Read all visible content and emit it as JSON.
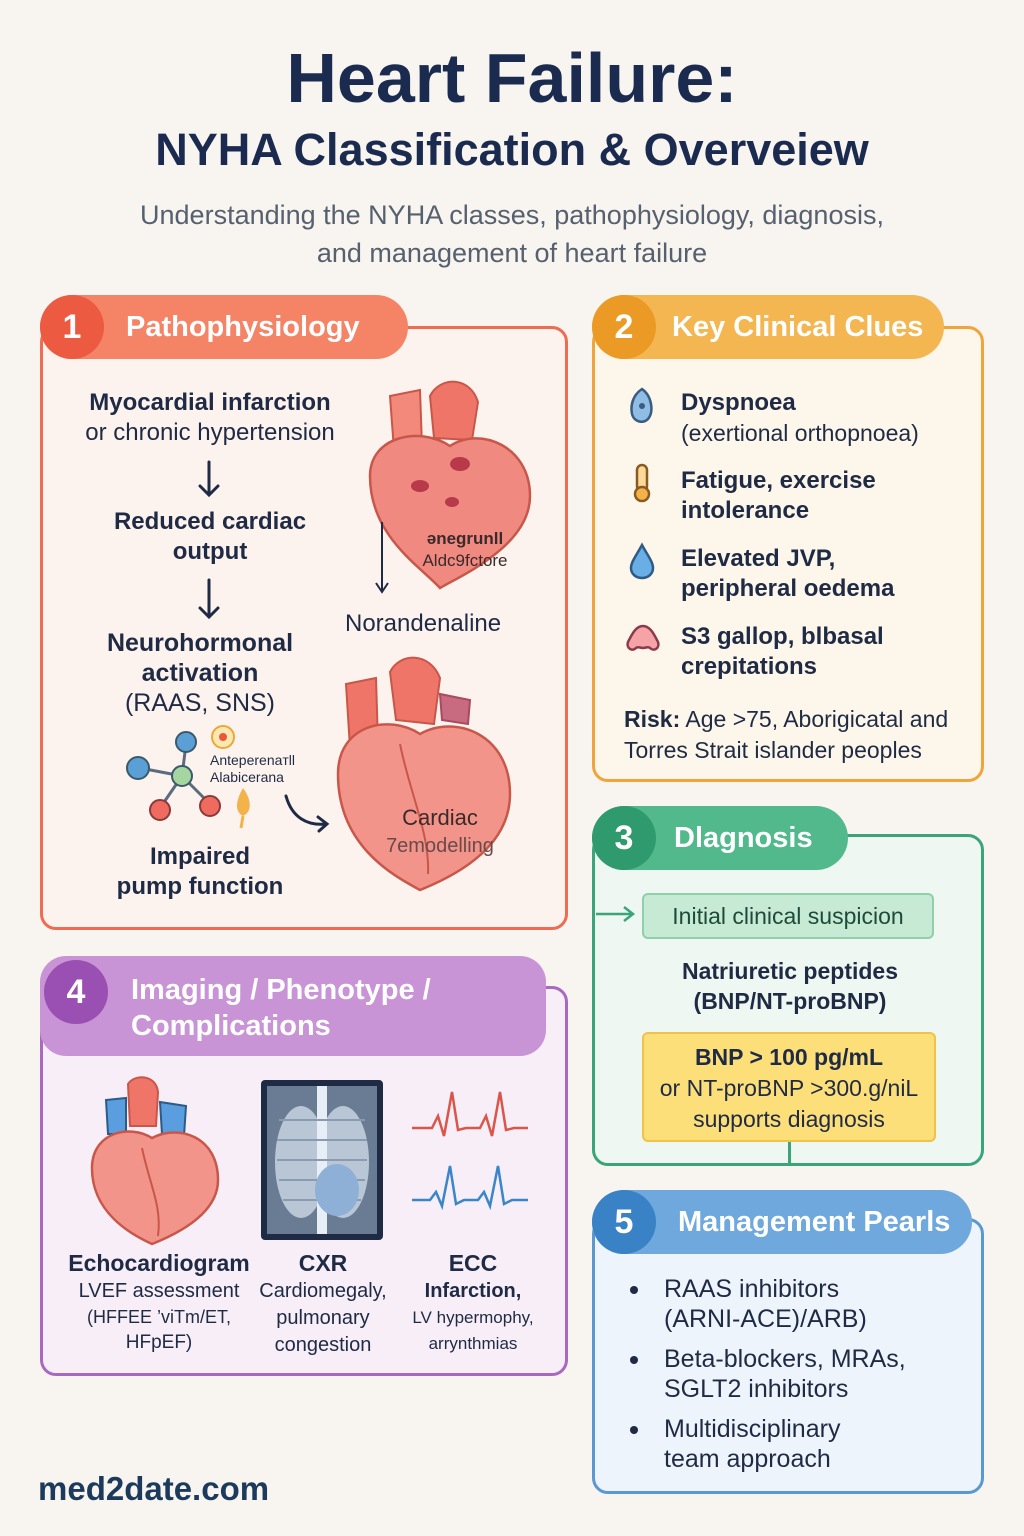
{
  "header": {
    "title": "Heart Failure:",
    "title_sub": "NYHA Classification & Overveiew",
    "subtitle_line1": "Understanding the NYHA classes, pathophysiology, diagnosis,",
    "subtitle_line2": "and management of heart failure"
  },
  "colors": {
    "coral": "#ef6b52",
    "orange": "#efa53b",
    "green": "#3aa57a",
    "purple": "#a869c0",
    "blue": "#5a98d1",
    "navy": "#1b2b50"
  },
  "sections": {
    "patho": {
      "number": "1",
      "title": "Pathophysiology",
      "step1_line1": "Myocardial infarction",
      "step1_line2": "or chronic hypertension",
      "step2_line1": "Reduced cardiac",
      "step2_line2": "output",
      "step3_line1": "Neurohormonal",
      "step3_line2": "activation",
      "step3_line3": "(RAAS, SNS)",
      "step4_line1": "Impaired",
      "step4_line2": "pump function",
      "heart_label_line1": "ənegrunll",
      "heart_label_line2": "Aldc9fctore",
      "norad_label": "Norandenaline",
      "molecule_label_line1": "Anteperenaтll",
      "molecule_label_line2": "Alabicerana",
      "remodel_line1": "Cardiac",
      "remodel_line2": "7emodelling"
    },
    "clues": {
      "number": "2",
      "title": "Key Clinical Clues",
      "items": [
        {
          "icon": "lung-icon",
          "title": "Dyspnoea",
          "sub": "(exertional orthopnoea)"
        },
        {
          "icon": "thermometer-icon",
          "title": "Fatigue, exercise",
          "sub": "intolerance"
        },
        {
          "icon": "droplet-icon",
          "title": "Elevated JVP,",
          "sub": "peripheral oedema"
        },
        {
          "icon": "lungs-pink-icon",
          "title": "S3 gallop, blbasal",
          "sub": "crepitations"
        }
      ],
      "risk_label": "Risk:",
      "risk_line1": "Age >75, Aborigicatal and",
      "risk_line2": "Torres Strait islander peoples"
    },
    "diagnosis": {
      "number": "3",
      "title": "Dlagnosis",
      "suspicion": "Initial clinical suspicion",
      "np_line1": "Natriuretic peptides",
      "np_line2": "(BNP/NT-proBNP)",
      "box_line1": "BNP > 100 pg/mL",
      "box_line2": "or NT-proBNP >300.g/niL",
      "box_line3": "supports diagnosis"
    },
    "imaging": {
      "number": "4",
      "title_line1": "Imaging / Phenotype /",
      "title_line2": "Complications",
      "echo_title": "Echocardiogram",
      "echo_line1": "LVEF assessment",
      "echo_line2": "(HFFEE ’viTm/ET,",
      "echo_line3": "HFpEF)",
      "cxr_title": "CXR",
      "cxr_line1": "Cardiomegaly,",
      "cxr_line2": "pulmonary",
      "cxr_line3": "congestion",
      "ecg_title": "ECC",
      "ecg_line1": "Infarction,",
      "ecg_line2": "LV hypermophy,",
      "ecg_line3": "arrynthmias"
    },
    "management": {
      "number": "5",
      "title": "Management Pearls",
      "items": [
        {
          "line1": "RAAS inhibitors",
          "line2": "(ARNI-ACE)/ARB)"
        },
        {
          "line1": "Beta-blockers, MRAs,",
          "line2": "SGLT2 inhibitors"
        },
        {
          "line1": "Multidisciplinary",
          "line2": "team approach"
        }
      ]
    }
  },
  "footer": {
    "site": "med2date.com"
  }
}
